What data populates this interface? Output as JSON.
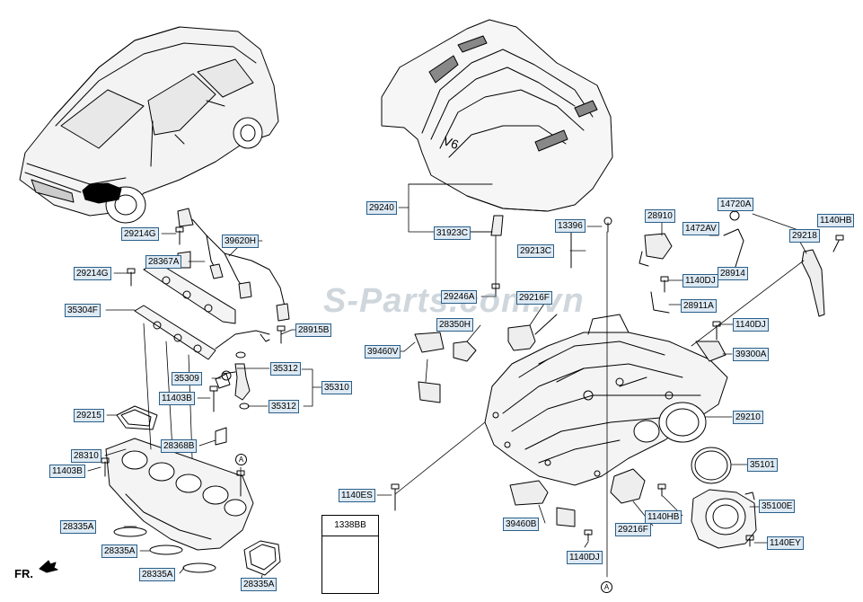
{
  "watermark": "S-Parts.com.vn",
  "direction_label": "FR.",
  "callout_letter": "A",
  "inset_label": "1338BB",
  "labels": {
    "l29240": "29240",
    "l31923C": "31923C",
    "l13396": "13396",
    "l29213C": "29213C",
    "l28910": "28910",
    "l14720A": "14720A",
    "l1472AV": "1472AV",
    "l1140HB_top": "1140HB",
    "l29218": "29218",
    "l1140DJ_a": "1140DJ",
    "l28914": "28914",
    "l28911A": "28911A",
    "l1140DJ_b": "1140DJ",
    "l39300A": "39300A",
    "l29210": "29210",
    "l35101": "35101",
    "l35100E": "35100E",
    "l1140EY": "1140EY",
    "l1140HB_bot": "1140HB",
    "l29216F_bot": "29216F",
    "l1140DJ_c": "1140DJ",
    "l39460B": "39460B",
    "l1140ES": "1140ES",
    "l29246A": "29246A",
    "l29216F_top": "29216F",
    "l28350H": "28350H",
    "l39460V": "39460V",
    "l29214G_a": "29214G",
    "l39620H": "39620H",
    "l28367A": "28367A",
    "l29214G_b": "29214G",
    "l35304F": "35304F",
    "l28915B": "28915B",
    "l35312_a": "35312",
    "l35309": "35309",
    "l35310": "35310",
    "l11403B_a": "11403B",
    "l35312_b": "35312",
    "l29215": "29215",
    "l28368B": "28368B",
    "l28310": "28310",
    "l11403B_b": "11403B",
    "l28335A_a": "28335A",
    "l28335A_b": "28335A",
    "l28335A_c": "28335A",
    "l28335A_d": "28335A"
  },
  "colors": {
    "label_fill": "#dde9f3",
    "label_border": "#2b5f88",
    "line": "#000000"
  },
  "icons": [
    "vehicle-illustration",
    "engine-cover",
    "intake-manifold",
    "throttle-body",
    "fuel-rail",
    "injector",
    "wiring-harness",
    "solenoid-valve",
    "bolt",
    "gasket",
    "front-arrow"
  ]
}
